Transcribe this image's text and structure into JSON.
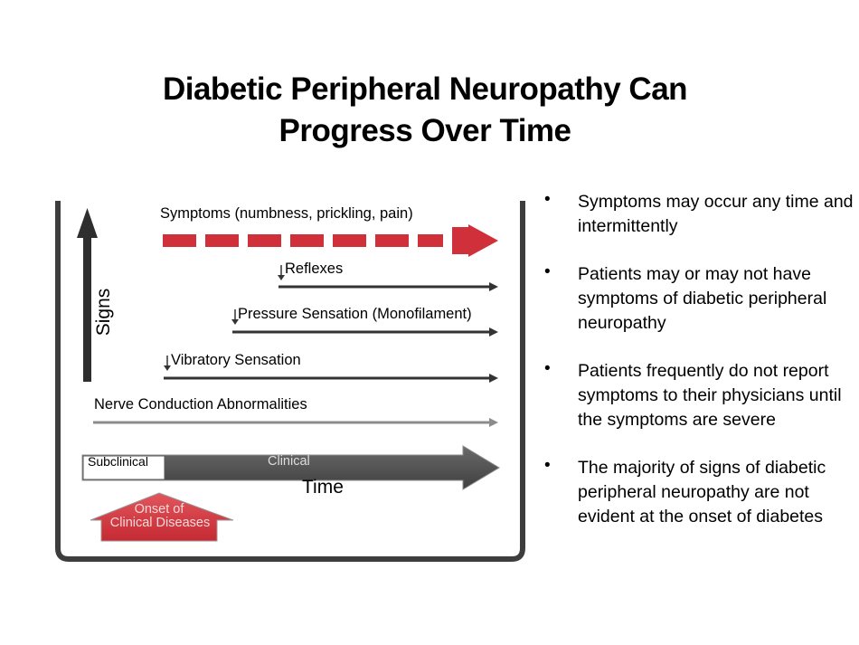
{
  "title_line1": "Diabetic Peripheral Neuropathy Can",
  "title_line2": "Progress Over Time",
  "diagram": {
    "y_axis_label": "Signs",
    "x_axis_label": "Time",
    "rows": {
      "symptoms": "Symptoms (numbness, prickling, pain)",
      "reflexes": "Reflexes",
      "pressure": "Pressure Sensation (Monofilament)",
      "vibratory": "Vibratory Sensation",
      "nerve": "Nerve Conduction Abnormalities"
    },
    "subclinical": "Subclinical",
    "clinical": "Clinical",
    "onset_line1": "Onset of",
    "onset_line2": "Clinical Diseases",
    "colors": {
      "red": "#d0303a",
      "dark": "#333333",
      "grey": "#8c8c8c",
      "frame": "#3d3d3d"
    }
  },
  "bullets": [
    "Symptoms may occur any time and intermittently",
    "Patients may or may not have symptoms of diabetic peripheral neuropathy",
    "Patients frequently do not report symptoms to their physicians until the symptoms are severe",
    "The majority of signs of diabetic peripheral neuropathy are not evident at the onset of diabetes"
  ],
  "bullet_glyph": "•"
}
